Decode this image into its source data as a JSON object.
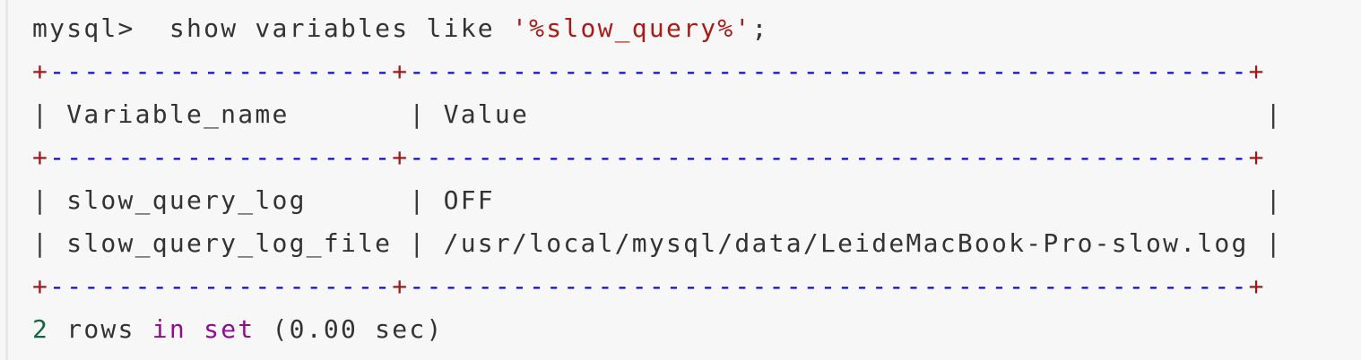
{
  "terminal": {
    "background_color": "#f7f7f7",
    "text_color": "#333333",
    "gutter_color": "#e6e8ea",
    "colors": {
      "string": "#a91b17",
      "plus": "#9c1a1a",
      "dash": "#0a0ac6",
      "pipe": "#3a3a3a",
      "number": "#12663f",
      "keyword": "#8b0f8f"
    },
    "prompt": "mysql>",
    "command": "show variables like",
    "command_argument": "'%slow_query%'",
    "command_terminator": ";",
    "separator_plus": "+",
    "separator_segment_left": "--------------------",
    "separator_segment_right": "-------------------------------------------------",
    "pipe": "|",
    "table": {
      "headers": [
        "Variable_name",
        "Value"
      ],
      "header_cells_padded": [
        "Variable_name      ",
        "Value                                           "
      ],
      "rows": [
        {
          "cells": [
            "slow_query_log",
            "OFF"
          ],
          "cells_padded": [
            "slow_query_log     ",
            "OFF                                             "
          ]
        },
        {
          "cells": [
            "slow_query_log_file",
            "/usr/local/mysql/data/LeideMacBook-Pro-slow.log"
          ],
          "cells_padded": [
            "slow_query_log_file",
            "/usr/local/mysql/data/LeideMacBook-Pro-slow.log "
          ]
        }
      ]
    },
    "result": {
      "count": "2",
      "count_noun": " rows ",
      "status_keyword": "in set",
      "timing": " (0.00 sec)"
    }
  }
}
